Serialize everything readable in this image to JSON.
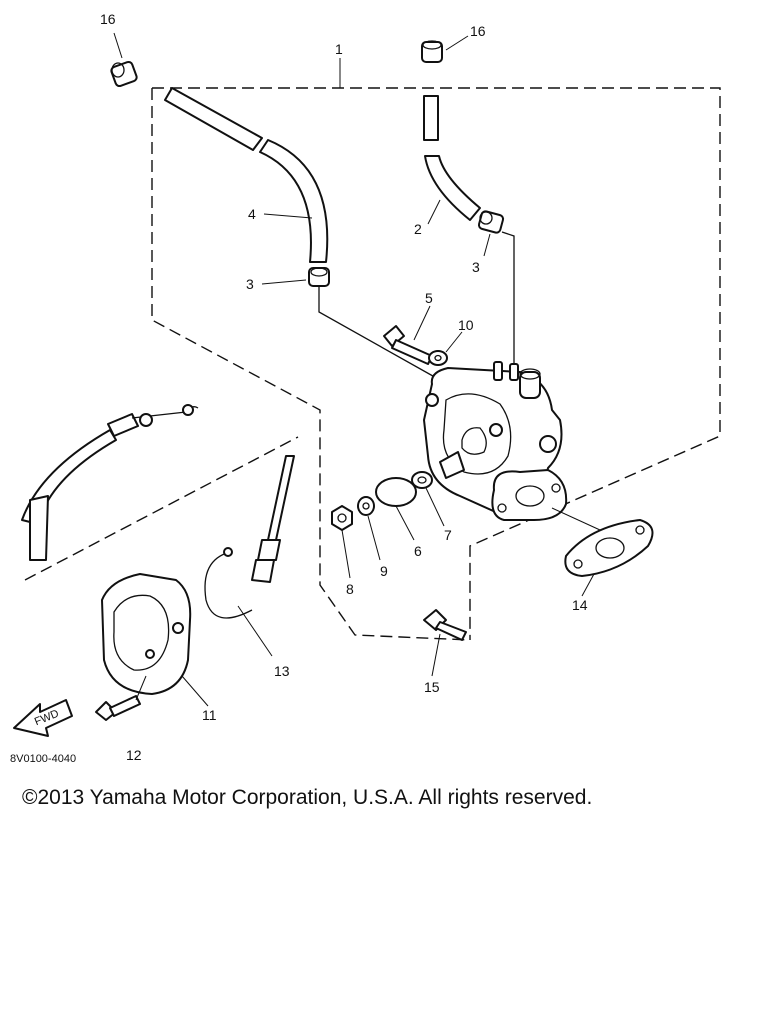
{
  "diagram": {
    "labels": {
      "p1": "1",
      "p2": "2",
      "p3a": "3",
      "p3b": "3",
      "p4": "4",
      "p5": "5",
      "p6": "6",
      "p7": "7",
      "p8": "8",
      "p9": "9",
      "p10": "10",
      "p11": "11",
      "p12": "12",
      "p13": "13",
      "p14": "14",
      "p15": "15",
      "p16a": "16",
      "p16b": "16"
    },
    "drawing_code": "8V0100-4040",
    "fwd": "FWD"
  },
  "footer": {
    "copyright": "©2013 Yamaha Motor Corporation, U.S.A. All rights reserved."
  }
}
